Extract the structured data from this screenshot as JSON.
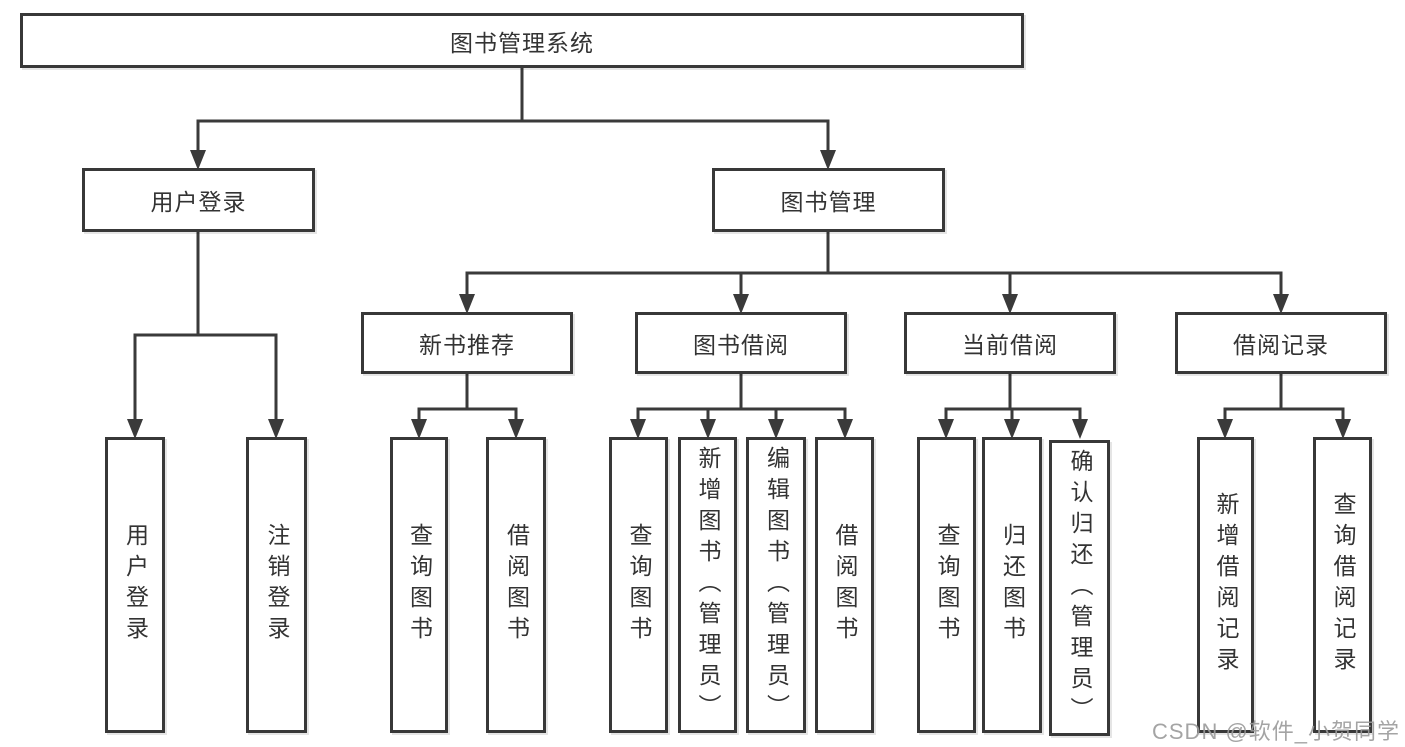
{
  "diagram": {
    "type": "hierarchy-tree",
    "root": {
      "label": "图书管理系统"
    },
    "branches": [
      {
        "label": "用户登录",
        "children": [
          {
            "label": "用户登录"
          },
          {
            "label": "注销登录"
          }
        ]
      },
      {
        "label": "图书管理",
        "children": [
          {
            "label": "新书推荐",
            "children": [
              {
                "label": "查询图书"
              },
              {
                "label": "借阅图书"
              }
            ]
          },
          {
            "label": "图书借阅",
            "children": [
              {
                "label": "查询图书"
              },
              {
                "label": "新增图书（管理员）"
              },
              {
                "label": "编辑图书（管理员）"
              },
              {
                "label": "借阅图书"
              }
            ]
          },
          {
            "label": "当前借阅",
            "children": [
              {
                "label": "查询图书"
              },
              {
                "label": "归还图书"
              },
              {
                "label": "确认归还（管理员）"
              }
            ]
          },
          {
            "label": "借阅记录",
            "children": [
              {
                "label": "新增借阅记录"
              },
              {
                "label": "查询借阅记录"
              }
            ]
          }
        ]
      }
    ],
    "colors": {
      "line": "#3a3a3a",
      "box_border": "#383838",
      "text": "#333333",
      "background": "#ffffff",
      "watermark": "#9b9b9b"
    }
  },
  "watermark": {
    "text": "CSDN @软件_小贺同学"
  }
}
